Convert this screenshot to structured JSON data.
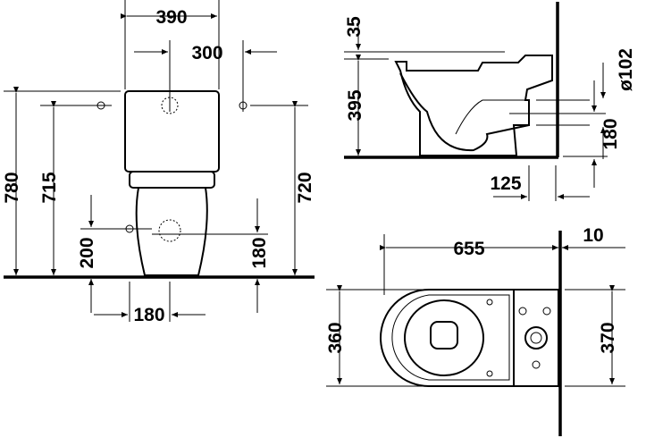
{
  "front_view": {
    "width_390": "390",
    "width_300": "300",
    "height_780": "780",
    "height_715": "715",
    "height_720": "720",
    "height_200": "200",
    "height_180": "180",
    "width_180": "180"
  },
  "side_view": {
    "dim_35": "35",
    "dim_395": "395",
    "dim_diameter": "ø102",
    "dim_180": "180",
    "dim_125": "125"
  },
  "top_view": {
    "dim_655": "655",
    "dim_10": "10",
    "dim_360": "360",
    "dim_370": "370"
  }
}
